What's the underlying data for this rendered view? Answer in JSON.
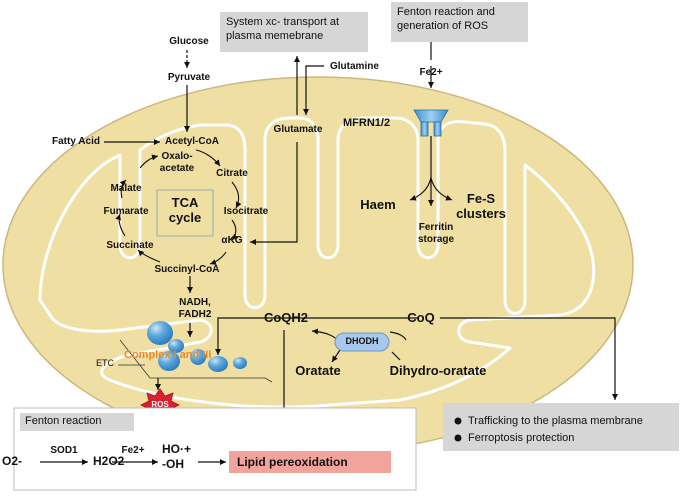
{
  "top_boxes": {
    "xc_transport": [
      "System xc- transport at",
      "plasma memebrane"
    ],
    "fenton_top": [
      "Fenton reaction and",
      "generation of ROS"
    ]
  },
  "labels": {
    "glucose": "Glucose",
    "pyruvate": "Pyruvate",
    "fatty_acid": "Fatty Acid",
    "acetyl_coa": "Acetyl-CoA",
    "oxaloacetate": [
      "Oxalo-",
      "acetate"
    ],
    "citrate": "Citrate",
    "malate": "Malate",
    "fumarate": "Fumarate",
    "succinate": "Succinate",
    "isocitrate": "Isocitrate",
    "akg": "αKG",
    "succinyl_coa": "Succinyl-CoA",
    "nadh": [
      "NADH,",
      "FADH2"
    ],
    "tca": [
      "TCA",
      "cycle"
    ],
    "glutamine": "Glutamine",
    "glutamate": "Glutamate",
    "fe2_top": "Fe2+",
    "mfrn": "MFRN1/2",
    "haem": "Haem",
    "fe_s": [
      "Fe-S",
      "clusters"
    ],
    "ferritin": [
      "Ferritin",
      "storage"
    ],
    "coqh2": "CoQH2",
    "coq": "CoQ",
    "dhodh": "DHODH",
    "oratate": "Oratate",
    "dihydro": "Dihydro-oratate",
    "etc": "ETC",
    "complex": "Complex I and III",
    "ros": "ROS"
  },
  "fenton_panel": {
    "title": "Fenton reaction",
    "o2": "O2-",
    "sod1": "SOD1",
    "h2o2": "H2O2",
    "fe2": "Fe2+",
    "ho": [
      "HO·+",
      "-OH"
    ],
    "lipid": "Lipid pereoxidation"
  },
  "right_panel": {
    "items": [
      "Trafficking to the plasma membrane",
      "Ferroptosis protection"
    ]
  },
  "colors": {
    "matrix": "#f0dfa2",
    "outline": "#c4ae73",
    "panel_grey": "#d6d6d6",
    "lipid_box": "#f2a39b",
    "complex_text": "#e8892a",
    "ros_red": "#d8202e",
    "blue_bubble": "#4f9fd8",
    "dhodh": "#a9c8ee"
  }
}
